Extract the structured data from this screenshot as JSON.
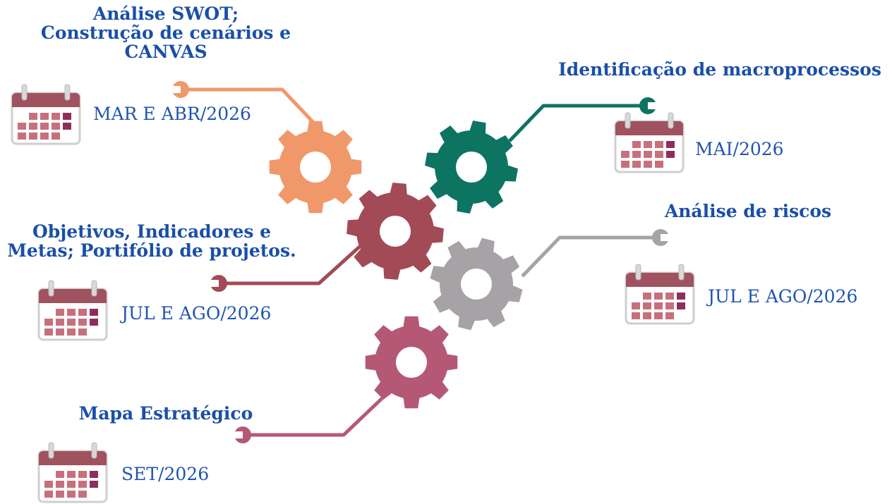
{
  "steps": [
    {
      "title": "Análise SWOT;\nConstrução de cenários e\nCANVAS",
      "date": "MAR E ABR/2026",
      "gear_color": "#F0986A"
    },
    {
      "title": "Identificação de macroprocessos",
      "date": "MAI/2026",
      "gear_color": "#0E7462"
    },
    {
      "title": "Objetivos, Indicadores e\nMetas; Portifólio de projetos.",
      "date": "JUL E AGO/2026",
      "gear_color": "#A24A55"
    },
    {
      "title": "Análise de riscos",
      "date": "JUL E AGO/2026",
      "gear_color": "#A7A2A6"
    },
    {
      "title": "Mapa Estratégico",
      "date": "SET/2026",
      "gear_color": "#B55876"
    }
  ],
  "icons": {
    "calendar": "calendar-icon",
    "wrench": "wrench-icon",
    "gear": "gear-icon"
  },
  "colors": {
    "title_text": "#1A4FA8",
    "calendar_header": "#A0525F",
    "calendar_cell": "#C7707C",
    "calendar_cell_dark": "#8E2E5C"
  }
}
